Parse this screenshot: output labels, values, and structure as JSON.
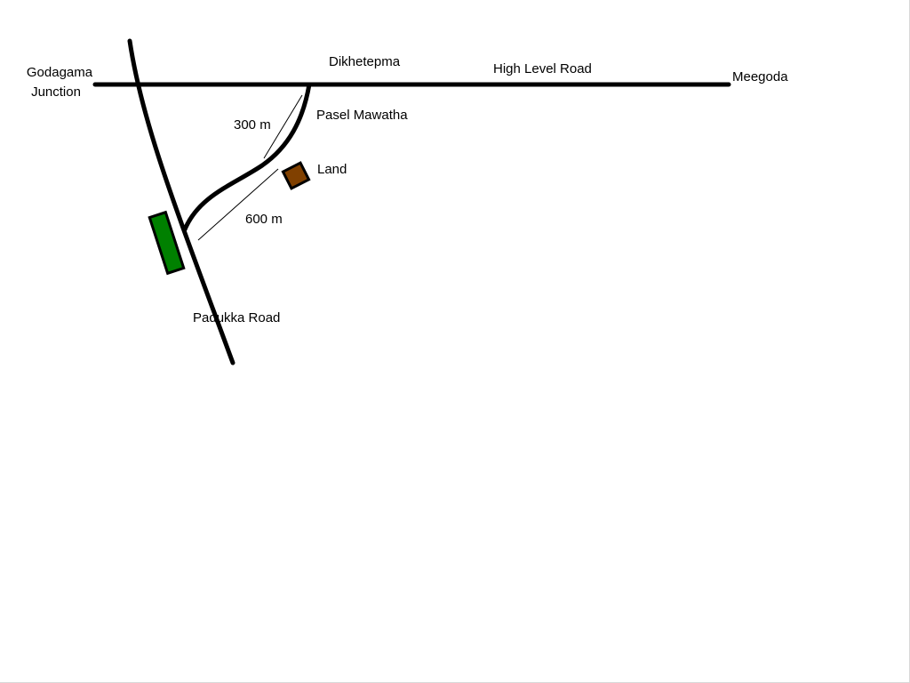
{
  "map": {
    "labels": {
      "godagama_line1": "Godagama",
      "godagama_line2": "Junction",
      "dikhetepma": "Dikhetepma",
      "high_level_road": "High Level Road",
      "meegoda": "Meegoda",
      "pasel_mawatha": "Pasel Mawatha",
      "distance_300m": "300 m",
      "land": "Land",
      "distance_600m": "600 m",
      "padukka_road": "Padukka Road"
    },
    "colors": {
      "road": "#000000",
      "text": "#000000",
      "land_parcel_fill": "#008000",
      "land_marker_fill": "#804000",
      "land_label": "#808000"
    }
  }
}
